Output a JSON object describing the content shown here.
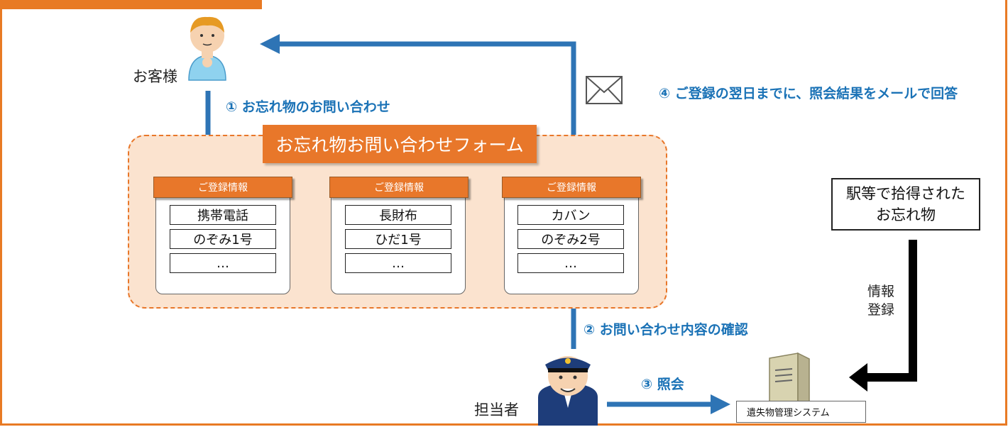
{
  "colors": {
    "accent": "#e87a24",
    "step_text": "#1a72b6",
    "arrow": "#2e74b5",
    "form_bg": "#fbe3cf"
  },
  "customer": {
    "label": "お客様",
    "icon": "customer-person-icon"
  },
  "staff": {
    "label": "担当者",
    "icon": "station-staff-icon"
  },
  "steps": {
    "step1": "① お忘れ物のお問い合わせ",
    "step2": "② お問い合わせ内容の確認",
    "step3": "③ 照会",
    "step4": "④ ご登録の翌日までに、照会結果をメールで回答"
  },
  "form": {
    "title": "お忘れ物お問い合わせフォーム",
    "cards": [
      {
        "header": "ご登録情報",
        "fields": [
          "携帯電話",
          "のぞみ1号",
          "…"
        ]
      },
      {
        "header": "ご登録情報",
        "fields": [
          "長財布",
          "ひだ1号",
          "…"
        ]
      },
      {
        "header": "ご登録情報",
        "fields": [
          "カバン",
          "のぞみ2号",
          "…"
        ]
      }
    ]
  },
  "found_item": {
    "line1": "駅等で拾得された",
    "line2": "お忘れ物"
  },
  "info_register": {
    "line1": "情報",
    "line2": "登録"
  },
  "system": {
    "label": "遺失物管理システム",
    "icon": "server-icon"
  },
  "mail": {
    "icon": "mail-envelope-icon"
  }
}
